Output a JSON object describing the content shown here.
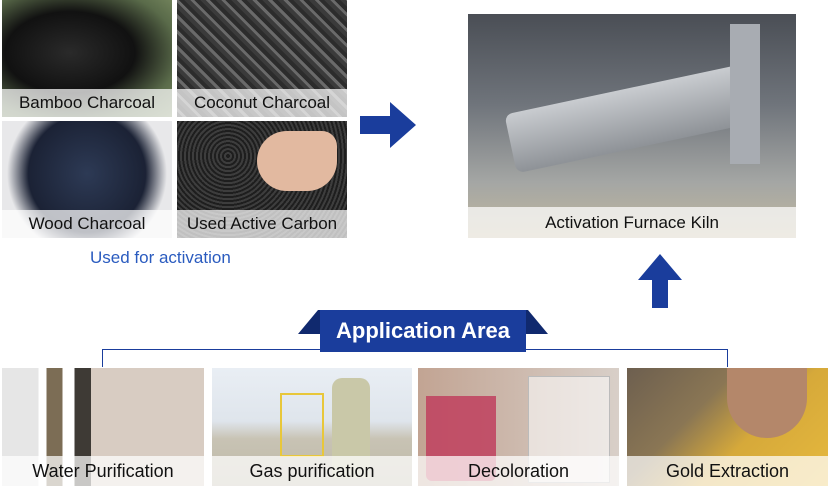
{
  "materials": [
    {
      "label": "Bamboo Charcoal"
    },
    {
      "label": "Coconut Charcoal"
    },
    {
      "label": "Wood Charcoal"
    },
    {
      "label": "Used Active Carbon"
    }
  ],
  "materials_note": "Used for activation",
  "kiln": {
    "label": "Activation Furnace Kiln"
  },
  "application": {
    "title": "Application Area",
    "items": [
      {
        "label": "Water Purification"
      },
      {
        "label": "Gas purification"
      },
      {
        "label": "Decoloration"
      },
      {
        "label": "Gold Extraction"
      }
    ]
  },
  "colors": {
    "accent": "#1a3d9c",
    "note": "#2a5bbf"
  }
}
